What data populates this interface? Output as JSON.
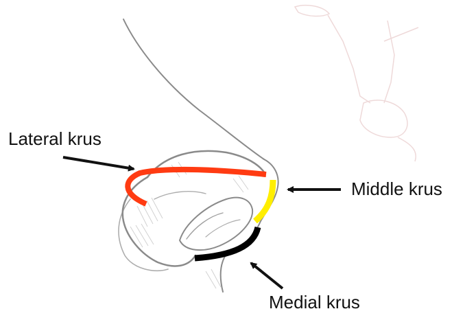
{
  "labels": {
    "lateral": "Lateral krus",
    "middle": "Middle krus",
    "medial": "Medial krus"
  },
  "colors": {
    "lateral_krus": "#ff3b12",
    "middle_krus": "#ffee00",
    "medial_krus": "#000000",
    "sketch": "#8a8a8a",
    "arrow": "#111111"
  },
  "icons": {
    "arrows": [
      "arrow-to-lateral-krus-icon",
      "arrow-to-middle-krus-icon",
      "arrow-to-medial-krus-icon"
    ]
  }
}
